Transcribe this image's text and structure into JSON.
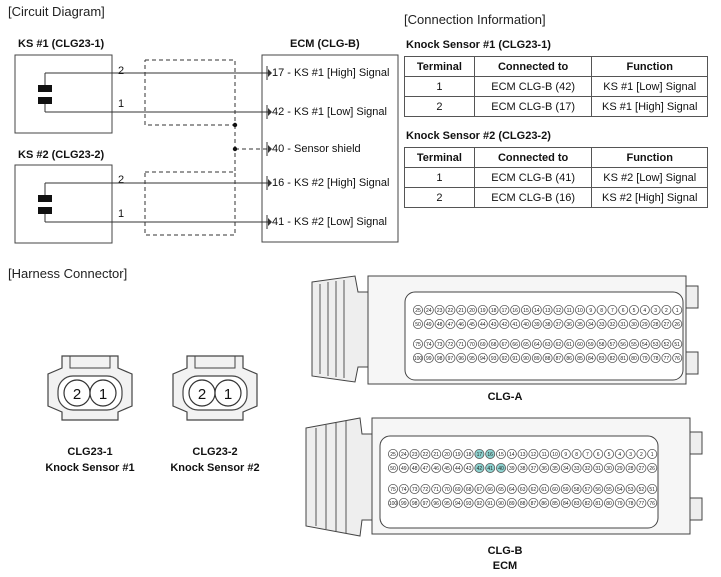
{
  "circuit": {
    "title": "[Circuit Diagram]",
    "ks1_title": "KS #1 (CLG23-1)",
    "ks2_title": "KS #2 (CLG23-2)",
    "ecm_title": "ECM (CLG-B)",
    "pin_2": "2",
    "pin_1": "1",
    "ecm_pins": [
      "17 - KS #1 [High] Signal",
      "42 - KS #1 [Low] Signal",
      "40 - Sensor shield",
      "16 - KS #2 [High] Signal",
      "41 - KS #2 [Low] Signal"
    ]
  },
  "connection": {
    "title": "[Connection Information]",
    "headers": [
      "Terminal",
      "Connected to",
      "Function"
    ],
    "sensors": [
      {
        "title": "Knock Sensor #1 (CLG23-1)",
        "rows": [
          [
            "1",
            "ECM CLG-B (42)",
            "KS #1 [Low] Signal"
          ],
          [
            "2",
            "ECM CLG-B (17)",
            "KS #1 [High] Signal"
          ]
        ]
      },
      {
        "title": "Knock Sensor #2 (CLG23-2)",
        "rows": [
          [
            "1",
            "ECM CLG-B (41)",
            "KS #2 [Low] Signal"
          ],
          [
            "2",
            "ECM CLG-B (16)",
            "KS #2 [High] Signal"
          ]
        ]
      }
    ]
  },
  "harness": {
    "title": "[Harness Connector]",
    "connectors": [
      {
        "code": "CLG23-1",
        "name": "Knock Sensor #1",
        "pins": [
          "2",
          "1"
        ]
      },
      {
        "code": "CLG23-2",
        "name": "Knock Sensor #2",
        "pins": [
          "2",
          "1"
        ]
      }
    ],
    "clg_a_label": "CLG-A",
    "clg_b_label": "CLG-B",
    "clg_b_sub": "ECM",
    "highlight_pins": [
      "17",
      "16",
      "41",
      "42",
      "40"
    ],
    "highlight_color": "#8fd3d0"
  }
}
